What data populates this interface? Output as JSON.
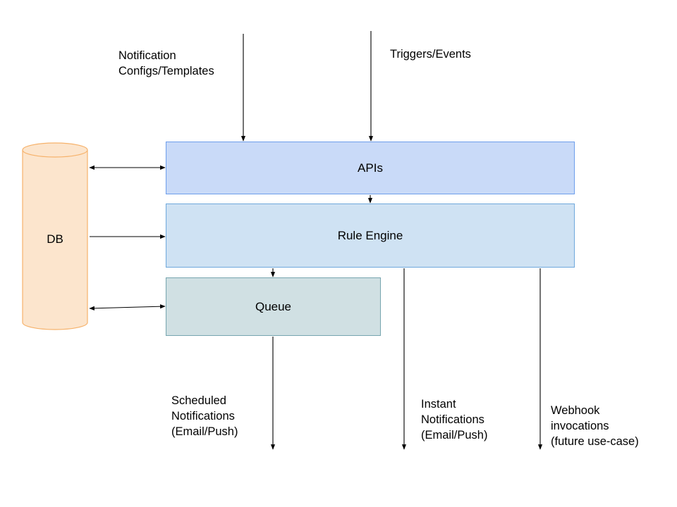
{
  "colors": {
    "apis_fill": "#c9daf8",
    "apis_border": "#6d9eeb",
    "rule_engine_fill": "#cfe2f3",
    "rule_engine_border": "#6fa8dc",
    "queue_fill": "#d0e0e3",
    "queue_border": "#76a5af",
    "db_fill": "#fce5cd",
    "db_border": "#f6b26b",
    "arrow": "#000000"
  },
  "nodes": {
    "db": "DB",
    "apis": "APIs",
    "rule_engine": "Rule Engine",
    "queue": "Queue"
  },
  "labels": {
    "configs": "Notification\nConfigs/Templates",
    "triggers": "Triggers/Events",
    "scheduled": "Scheduled\nNotifications\n(Email/Push)",
    "instant": "Instant\nNotifications\n(Email/Push)",
    "webhook": "Webhook\ninvocations\n(future use-case)"
  }
}
